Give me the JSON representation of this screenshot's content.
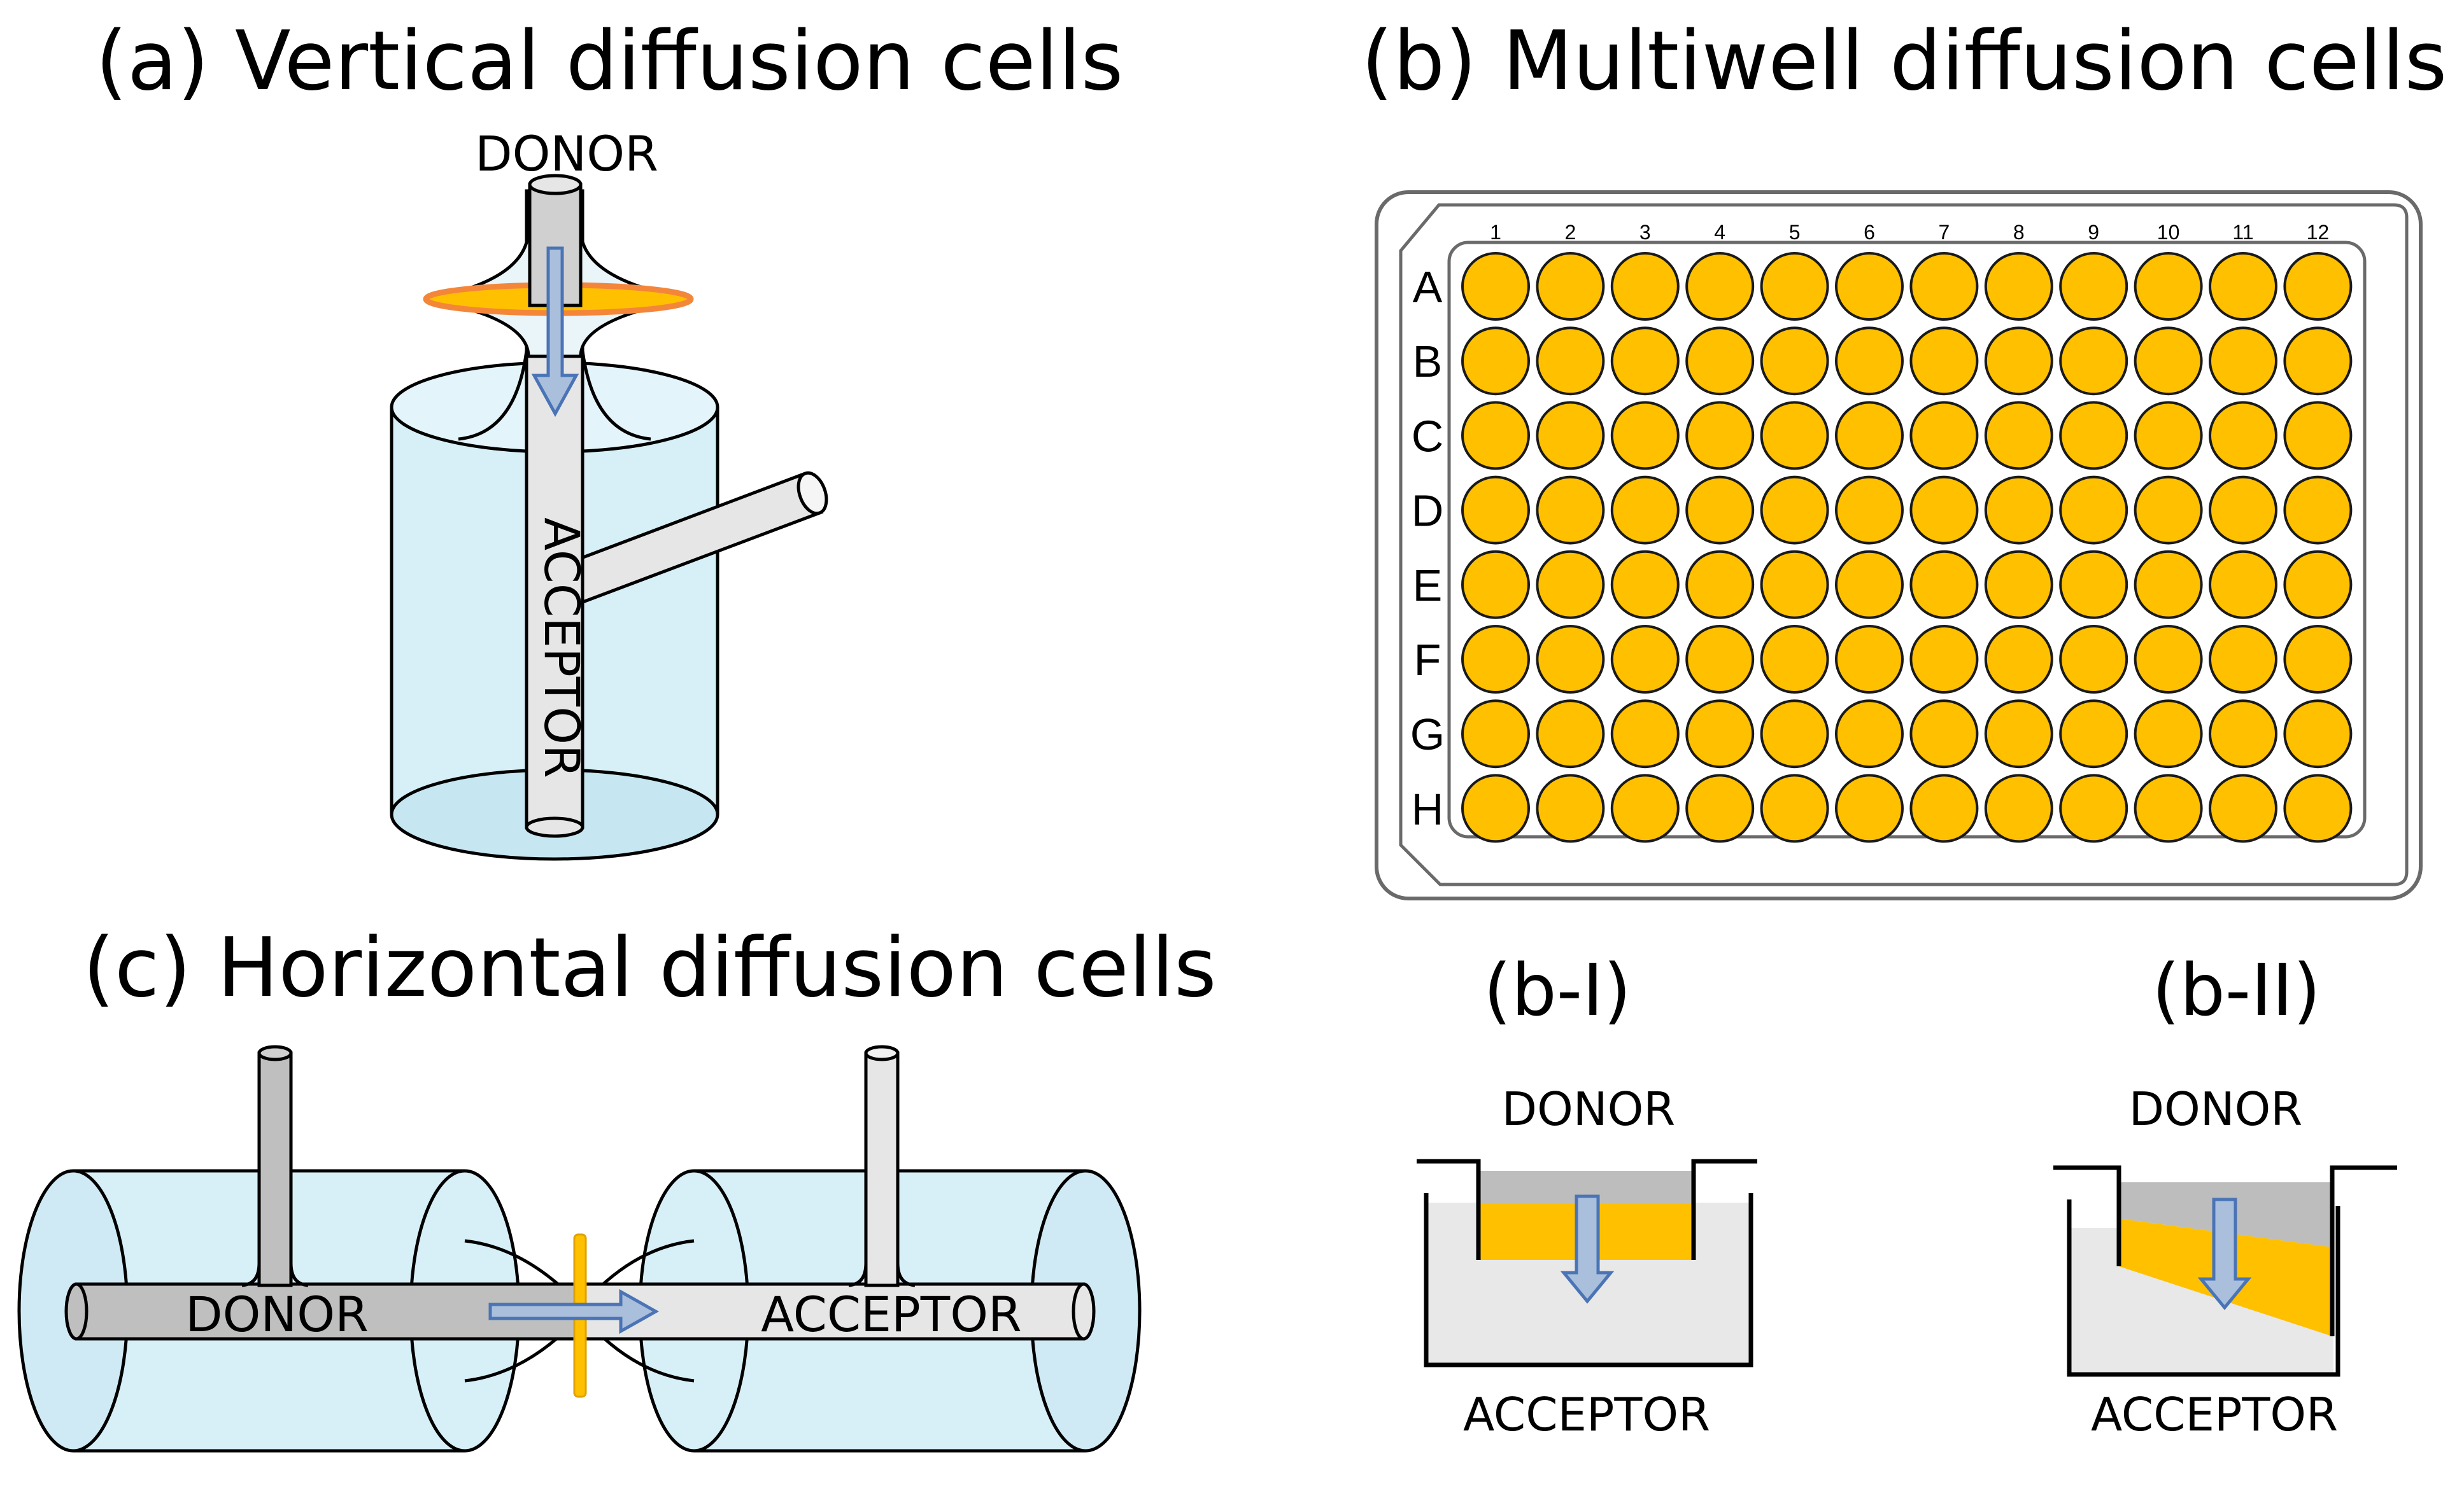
{
  "panels": {
    "a": {
      "title": "(a) Vertical diffusion cells",
      "donor": "DONOR",
      "acceptor": "ACCEPTOR"
    },
    "b": {
      "title": "(b) Multiwell diffusion cells"
    },
    "c": {
      "title": "(c) Horizontal diffusion cells",
      "donor": "DONOR",
      "acceptor": "ACCEPTOR"
    },
    "b1": {
      "title": "(b-I)",
      "donor": "DONOR",
      "acceptor": "ACCEPTOR"
    },
    "b2": {
      "title": "(b-II)",
      "donor": "DONOR",
      "acceptor": "ACCEPTOR"
    }
  },
  "plate": {
    "rows": [
      "A",
      "B",
      "C",
      "D",
      "E",
      "F",
      "G",
      "H"
    ],
    "columns": [
      "1",
      "2",
      "3",
      "4",
      "5",
      "6",
      "7",
      "8",
      "9",
      "10",
      "11",
      "12"
    ]
  },
  "colors": {
    "membrane": "#ffc000",
    "membrane_edge": "#f4863a",
    "solution_blue": "#d7eff7",
    "tube_light": "#e6e6e6",
    "tube_dark": "#bfbfbf",
    "arrow_fill": "#a9bfdc",
    "arrow_stroke": "#4a74b5",
    "well_fill": "#ffc000",
    "plate_edge": "#555555"
  }
}
